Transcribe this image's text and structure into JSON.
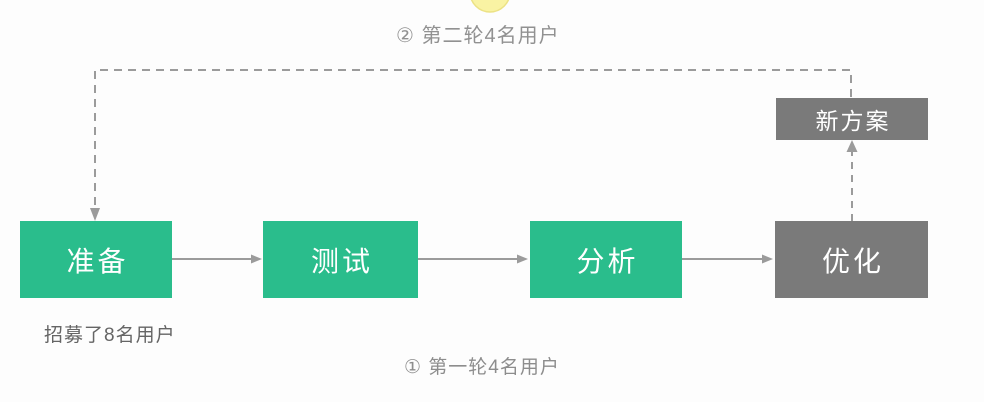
{
  "diagram": {
    "captions": {
      "round2": "② 第二轮4名用户",
      "round1": "① 第一轮4名用户",
      "recruit_note": "招募了8名用户"
    },
    "nodes": [
      {
        "id": "prepare",
        "label": "准备",
        "type": "step",
        "color": "#2abd8c"
      },
      {
        "id": "test",
        "label": "测试",
        "type": "step",
        "color": "#2abd8c"
      },
      {
        "id": "analyze",
        "label": "分析",
        "type": "step",
        "color": "#2abd8c"
      },
      {
        "id": "optimize",
        "label": "优化",
        "type": "step",
        "color": "#7a7a7a"
      },
      {
        "id": "new-plan",
        "label": "新方案",
        "type": "output",
        "color": "#7a7a7a"
      }
    ],
    "connectors": [
      {
        "from": "prepare",
        "to": "test",
        "style": "solid-arrow"
      },
      {
        "from": "test",
        "to": "analyze",
        "style": "solid-arrow"
      },
      {
        "from": "analyze",
        "to": "optimize",
        "style": "solid-arrow"
      },
      {
        "from": "optimize",
        "to": "new-plan",
        "style": "dashed-arrow"
      },
      {
        "from": "new-plan",
        "to": "prepare",
        "style": "dashed-arrow"
      }
    ],
    "colors": {
      "step_green": "#2abd8c",
      "step_gray": "#7a7a7a",
      "connector_gray": "#9b9b9b",
      "caption_gray": "#919191",
      "note_gray": "#656565",
      "node_text": "#ffffff",
      "highlight_yellow": "#f9f3a3",
      "background": "#fdfdfd"
    }
  }
}
